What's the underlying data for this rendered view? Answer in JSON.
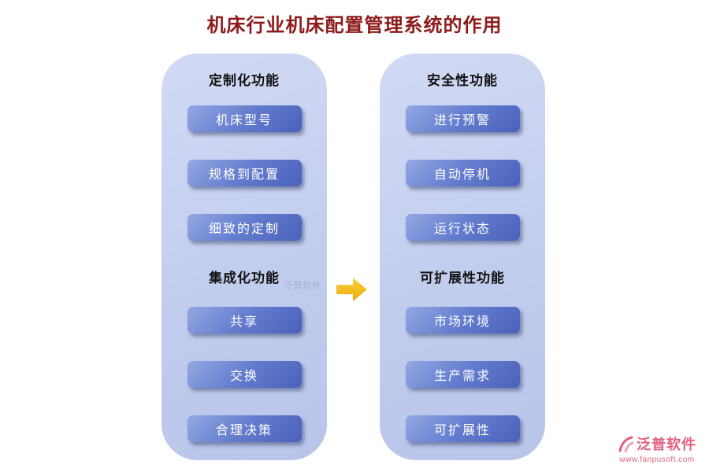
{
  "page": {
    "title": "机床行业机床配置管理系统的作用"
  },
  "panels": [
    {
      "sections": [
        {
          "header": "定制化功能",
          "buttons": [
            "机床型号",
            "规格到配置",
            "细致的定制"
          ]
        },
        {
          "header": "集成化功能",
          "buttons": [
            "共享",
            "交换",
            "合理决策"
          ]
        }
      ]
    },
    {
      "sections": [
        {
          "header": "安全性功能",
          "buttons": [
            "进行预警",
            "自动停机",
            "运行状态"
          ]
        },
        {
          "header": "可扩展性功能",
          "buttons": [
            "市场环境",
            "生产需求",
            "可扩展性"
          ]
        }
      ]
    }
  ],
  "watermark": {
    "text": "泛普软件"
  },
  "logo": {
    "name": "泛普软件",
    "url": "www.fanpusoft.com",
    "color": "#e0617e"
  },
  "colors": {
    "title": "#8e1a1a",
    "panel_bg": "#c4cfef",
    "button": "#5c74c9",
    "button_text": "#ffffff",
    "arrow": "#f2b705",
    "header_text": "#121212"
  }
}
